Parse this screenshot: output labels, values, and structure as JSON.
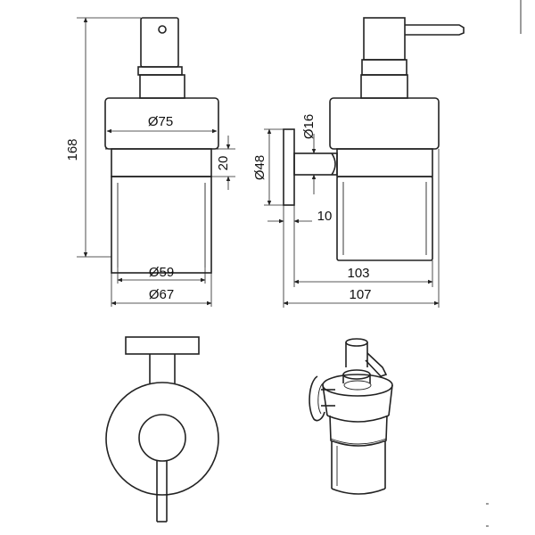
{
  "dimensions": {
    "overall_height": "168",
    "lid_diameter": "Ø75",
    "collar_height": "20",
    "base_inner_diameter": "Ø59",
    "base_outer_diameter": "Ø67",
    "rosette_diameter": "Ø48",
    "arm_diameter": "Ø16",
    "wall_gap": "10",
    "body_depth": "103",
    "overall_depth": "107"
  }
}
